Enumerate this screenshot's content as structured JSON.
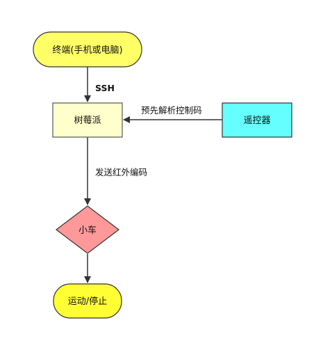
{
  "nodes": {
    "terminal": {
      "label": "终端(手机或电脑)",
      "shape": "rounded-terminator",
      "fill": "#ffff66",
      "stroke": "#333333"
    },
    "raspberry_pi": {
      "label": "树莓派",
      "shape": "rectangle",
      "fill": "#ffffcc",
      "stroke": "#555555"
    },
    "remote": {
      "label": "遥控器",
      "shape": "rectangle",
      "fill": "#66ffff",
      "stroke": "#333333"
    },
    "car": {
      "label": "小车",
      "shape": "diamond",
      "fill": "#ff9999",
      "stroke": "#333333"
    },
    "motion": {
      "label": "运动/停止",
      "shape": "rounded-terminator",
      "fill": "#ffff33",
      "stroke": "#333333"
    }
  },
  "edges": {
    "ssh": {
      "label": "SSH",
      "from": "terminal",
      "to": "raspberry_pi"
    },
    "decode": {
      "label": "预先解析控制码",
      "from": "remote",
      "to": "raspberry_pi"
    },
    "send_ir": {
      "label": "发送红外编码",
      "from": "raspberry_pi",
      "to": "car"
    },
    "drive": {
      "label": "",
      "from": "car",
      "to": "motion"
    }
  },
  "colors": {
    "line": "#333333",
    "background": "#ffffff"
  }
}
